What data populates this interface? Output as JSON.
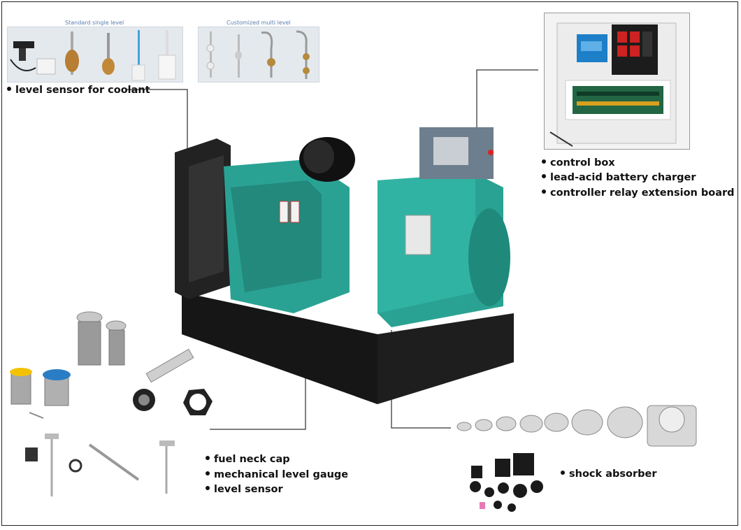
{
  "sensor_strips": {
    "standard_title": "Standard single level",
    "customized_title": "Customized multi level"
  },
  "labels": {
    "coolant": "level sensor for coolant",
    "control_box": "control box",
    "battery_charger": "lead-acid battery charger",
    "relay_board": "controller relay extension board",
    "fuel_neck_cap": "fuel neck cap",
    "mechanical_gauge": "mechanical level gauge",
    "level_sensor": "level sensor",
    "shock_absorber": "shock absorber"
  },
  "colors": {
    "generator_teal": "#2aa293",
    "engine_black": "#1e1e1e",
    "leader_line": "#555555",
    "strip_bg": "#e4e9ee",
    "strip_title": "#5a7db0"
  }
}
